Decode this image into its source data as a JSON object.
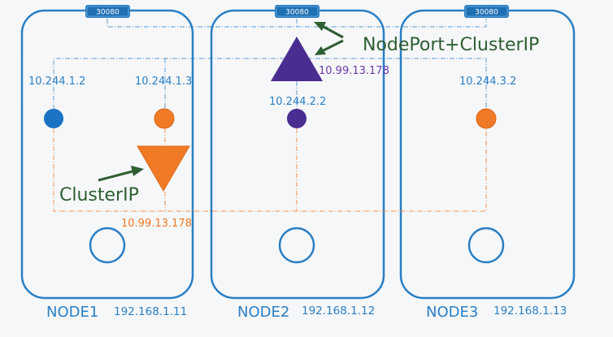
{
  "colors": {
    "node_border": "#2a7fc4",
    "pod_blue": "#1a73c4",
    "pod_orange": "#f07a26",
    "pod_purple": "#4a2d91",
    "ip_blue": "#2a7fc4",
    "ip_orange": "#f07a26",
    "ip_purple": "#6a3aa8",
    "arrow_green": "#2e5e32",
    "label_green": "#2e5e32"
  },
  "nodes": [
    {
      "name": "NODE1",
      "ip": "192.168.1.11",
      "port": "30080"
    },
    {
      "name": "NODE2",
      "ip": "192.168.1.12",
      "port": "30080"
    },
    {
      "name": "NODE3",
      "ip": "192.168.1.13",
      "port": "30080"
    }
  ],
  "pods": [
    {
      "ip": "10.244.1.2",
      "color": "pod_blue"
    },
    {
      "ip": "10.244.1.3",
      "color": "pod_orange"
    },
    {
      "ip": "10.244.2.2",
      "color": "pod_purple"
    },
    {
      "ip": "10.244.3.2",
      "color": "pod_orange"
    }
  ],
  "services": {
    "nodeport": {
      "label": "NodePort+ClusterIP",
      "ip": "10.99.13.178"
    },
    "clusterip": {
      "label": "ClusterIP",
      "ip": "10.99.13.178"
    }
  }
}
